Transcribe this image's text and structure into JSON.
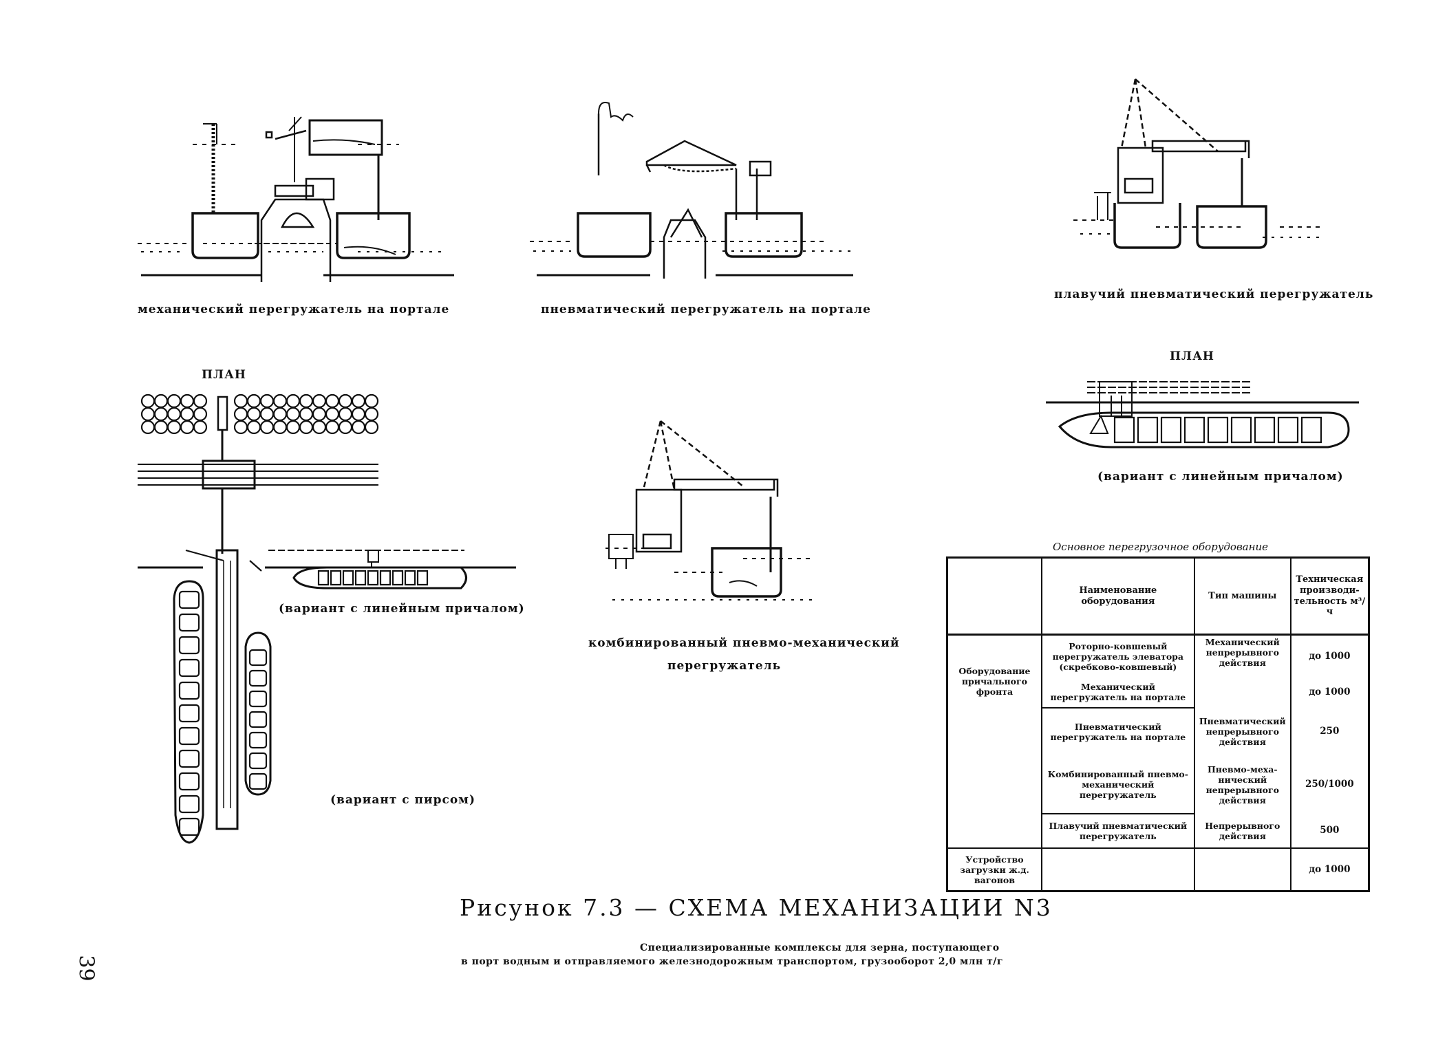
{
  "captions": {
    "mech_portal": "механический перегружатель на портале",
    "pneu_portal": "пневматический перегружатель на портале",
    "float_pneu": "плавучий пневматический перегружатель",
    "combined_line1": "комбинированный пневмо-механический",
    "combined_line2": "перегружатель",
    "plan_left": "ПЛАН",
    "plan_right": "ПЛАН",
    "linear_berth_right": "(вариант с линейным причалом)",
    "linear_berth_left": "(вариант с линейным причалом)",
    "pier_variant": "(вариант с пирсом)"
  },
  "table": {
    "caption": "Основное перегрузочное оборудование",
    "headers": {
      "name": "Наименование оборудования",
      "type": "Тип машины",
      "capacity": "Техническая производи-тельность м³/ч"
    },
    "group_front": "Оборудование причального фронта",
    "group_rail": "Устройство загрузки ж.д. вагонов",
    "rows": [
      {
        "name": "Роторно-ковшевый перегружатель элеватора (скребково-ковшевый)",
        "type": "Механический непрерывного действия",
        "capacity": "до 1000"
      },
      {
        "name": "Механический перегружатель на портале",
        "type": "",
        "capacity": "до 1000"
      },
      {
        "name": "Пневматический перегружатель на портале",
        "type": "Пневматический непрерывного действия",
        "capacity": "250"
      },
      {
        "name": "Комбинированный пневмо-механический перегружатель",
        "type": "Пневмо-меха-нический непрерывного действия",
        "capacity": "250/1000"
      },
      {
        "name": "Плавучий пневматический перегружатель",
        "type": "Непрерывного действия",
        "capacity": "500"
      }
    ],
    "rail_capacity": "до 1000"
  },
  "figure": {
    "title": "Рисунок 7.3 — СХЕМА МЕХАНИЗАЦИИ N3",
    "subtitle_1": "Специализированные комплексы для зерна, поступающего",
    "subtitle_2": "в порт водным и отправляемого железнодорожным транспортом, грузооборот 2,0 млн т/г"
  },
  "page_number": "39"
}
